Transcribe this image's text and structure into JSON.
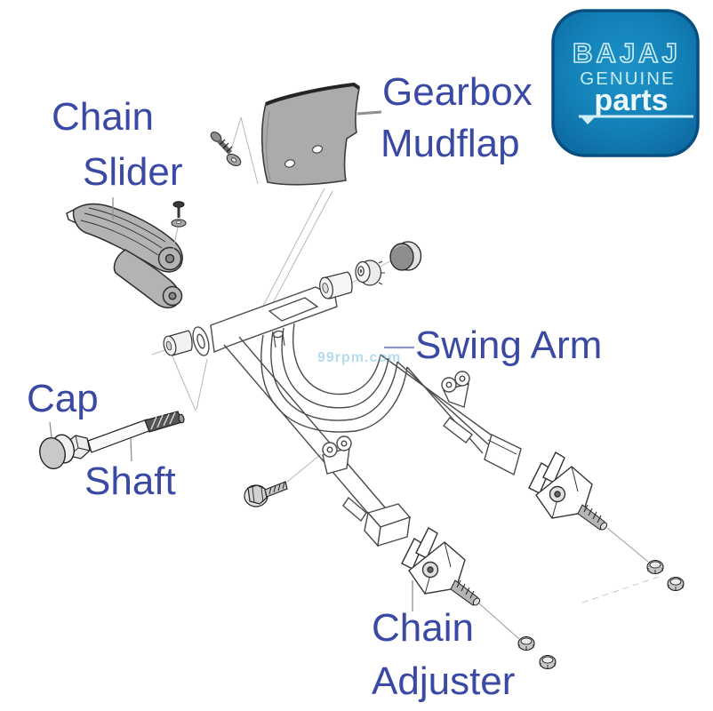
{
  "badge": {
    "brand": "BAJAJ",
    "genuine": "GENUINE",
    "parts": "parts",
    "bg_color": "#1180b8",
    "text_color": "#cfeef5"
  },
  "labels": {
    "chain_slider": {
      "line1": "Chain",
      "line2": "Slider"
    },
    "gearbox_mudflap": {
      "line1": "Gearbox",
      "line2": "Mudflap"
    },
    "swing_arm": {
      "line1": "Swing Arm"
    },
    "cap": {
      "line1": "Cap"
    },
    "shaft": {
      "line1": "Shaft"
    },
    "chain_adjuster": {
      "line1": "Chain",
      "line2": "Adjuster"
    }
  },
  "watermark": "99rpm.com",
  "colors": {
    "label_text": "#3a49a3",
    "line_art": "#4a4a4a",
    "part_fill_gray": "#b3b3b3"
  }
}
